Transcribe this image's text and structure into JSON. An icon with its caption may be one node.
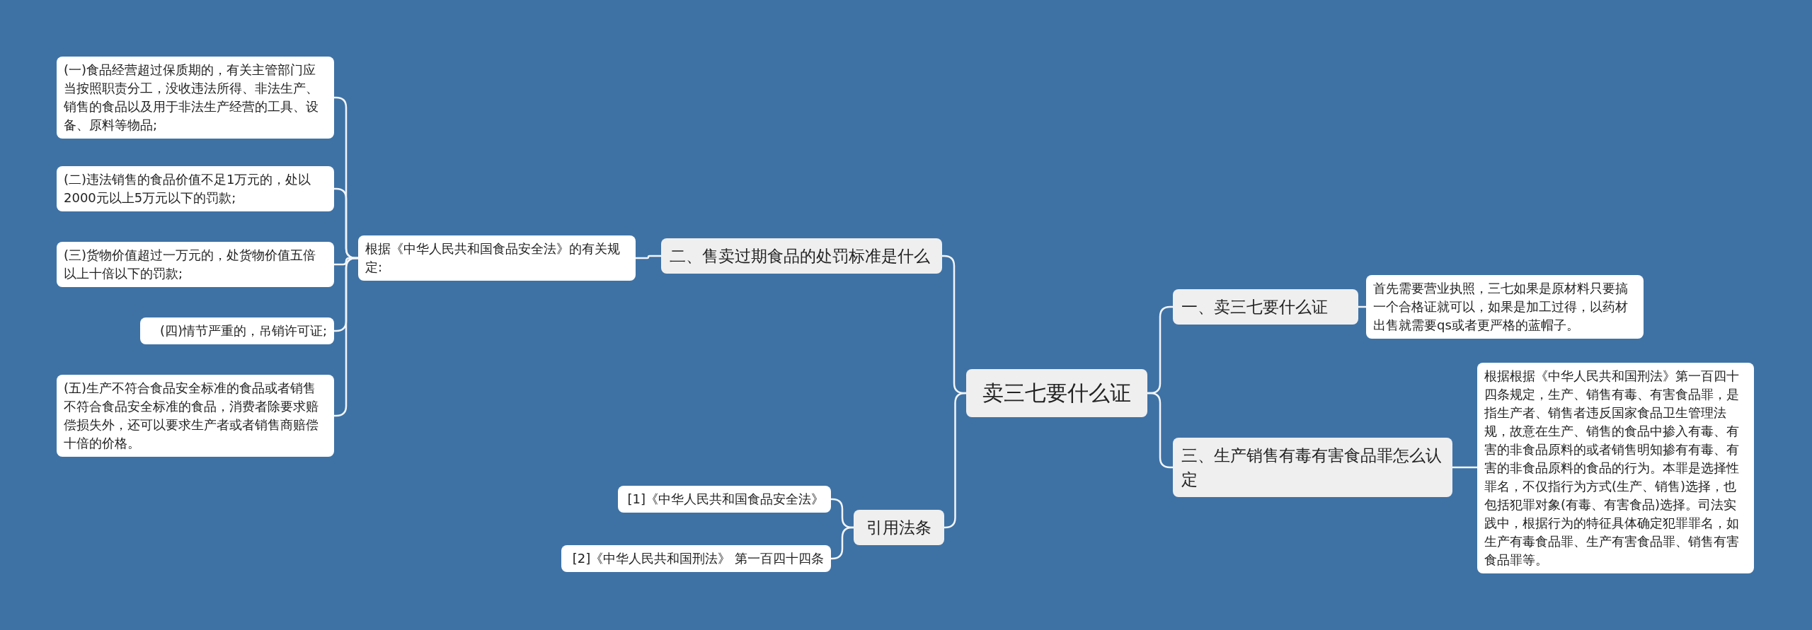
{
  "diagram": {
    "nodes": [
      {
        "text": [
          "卖三七要什么证"
        ]
      },
      {
        "text": [
          "二、售卖过期食品的处罚标准是什么"
        ]
      },
      {
        "text": [
          "根据《中华人民共和国食品安全法》的有关规定:"
        ]
      },
      {
        "text": [
          "(一)食品经营超过保质期的，有关主管部门应当按照职责分工，没收违法所得、非法生产、销售的食品以及用于非法生产经营的工具、设备、原料等物品;"
        ]
      },
      {
        "text": [
          "(二)违法销售的食品价值不足1万元的，处以2000元以上5万元以下的罚款;"
        ]
      },
      {
        "text": [
          "(三)货物价值超过一万元的，处货物价值五倍以上十倍以下的罚款;"
        ]
      },
      {
        "text": [
          "(四)情节严重的，吊销许可证;"
        ]
      },
      {
        "text": [
          "(五)生产不符合食品安全标准的食品或者销售不符合食品安全标准的食品，消费者除要求赔偿损失外，还可以要求生产者或者销售商赔偿十倍的价格。"
        ]
      },
      {
        "text": [
          "引用法条"
        ]
      },
      {
        "text": [
          "[1]《中华人民共和国食品安全法》"
        ]
      },
      {
        "text": [
          "[2]《中华人民共和国刑法》 第一百四十四条"
        ]
      },
      {
        "text": [
          "一、卖三七要什么证"
        ]
      },
      {
        "text": [
          "首先需要营业执照，三七如果是原材料只要搞一个合格证就可以，如果是加工过得，以药材出售就需要qs或者更严格的蓝帽子。"
        ]
      },
      {
        "text": [
          "三、生产销售有毒有害食品罪怎么认定"
        ]
      },
      {
        "text": [
          "根据根据《中华人民共和国刑法》第一百四十四条规定，生产、销售有毒、有害食品罪，是指生产者、销售者违反国家食品卫生管理法规，故意在生产、销售的食品中掺入有毒、有害的非食品原料的或者销售明知掺有有毒、有害的非食品原料的食品的行为。本罪是选择性罪名，不仅指行为方式(生产、销售)选择，也包括犯罪对象(有毒、有害食品)选择。司法实践中，根据行为的特征具体确定犯罪罪名，如生产有毒食品罪、生产有害食品罪、销售有害食品罪等。"
        ]
      }
    ],
    "edges": [
      {
        "from": 0,
        "to": 1,
        "arrow": "none"
      },
      {
        "from": 1,
        "to": 2,
        "arrow": "none"
      },
      {
        "from": 2,
        "to": 3,
        "arrow": "none"
      },
      {
        "from": 2,
        "to": 4,
        "arrow": "none"
      },
      {
        "from": 2,
        "to": 5,
        "arrow": "none"
      },
      {
        "from": 2,
        "to": 6,
        "arrow": "none"
      },
      {
        "from": 2,
        "to": 7,
        "arrow": "none"
      },
      {
        "from": 0,
        "to": 8,
        "arrow": "none"
      },
      {
        "from": 8,
        "to": 9,
        "arrow": "none"
      },
      {
        "from": 8,
        "to": 10,
        "arrow": "none"
      },
      {
        "from": 0,
        "to": 11,
        "arrow": "none"
      },
      {
        "from": 11,
        "to": 12,
        "arrow": "none"
      },
      {
        "from": 0,
        "to": 13,
        "arrow": "none"
      },
      {
        "from": 13,
        "to": 14,
        "arrow": "none"
      }
    ]
  }
}
